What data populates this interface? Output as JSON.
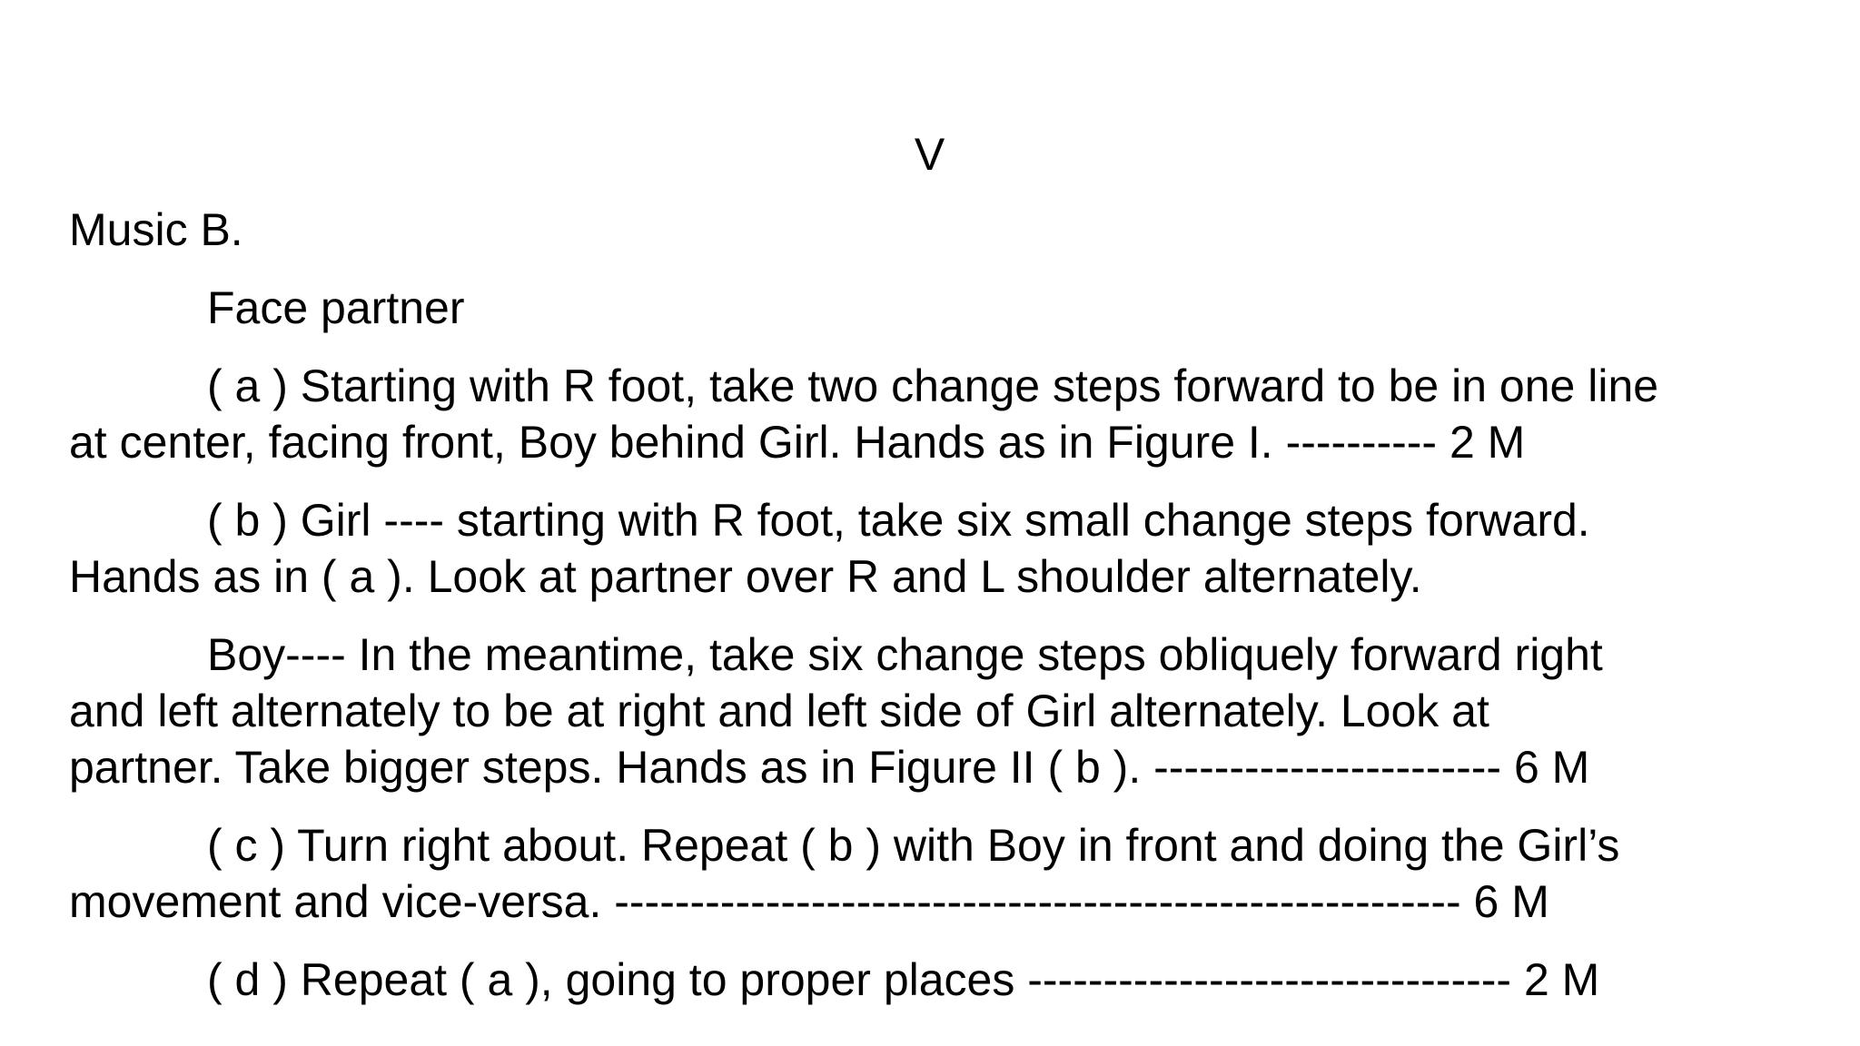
{
  "slide": {
    "heading": "V",
    "paragraphs": [
      {
        "lines": [
          "Music B."
        ]
      },
      {
        "lines": [
          "Face partner"
        ]
      },
      {
        "lines": [
          "( a ) Starting with R foot, take two change steps forward to be in one line",
          "at center, facing front, Boy behind Girl. Hands as in Figure I. ---------- 2 M"
        ]
      },
      {
        "lines": [
          "( b ) Girl ---- starting with R foot, take six small change steps forward.",
          "Hands as in ( a ). Look at partner over R and L shoulder alternately."
        ]
      },
      {
        "lines": [
          "Boy---- In the meantime, take six change steps obliquely forward right",
          "and left alternately to be at right and left side of Girl alternately.  Look at",
          "partner.  Take bigger steps. Hands as in Figure II ( b ). ----------------------- 6 M"
        ]
      },
      {
        "lines": [
          "( c ) Turn right about. Repeat ( b ) with Boy in front and doing the Girl’s",
          "movement and vice-versa. -------------------------------------------------------- 6 M"
        ]
      },
      {
        "lines": [
          "( d ) Repeat ( a ), going to proper places -------------------------------- 2 M"
        ]
      }
    ]
  }
}
